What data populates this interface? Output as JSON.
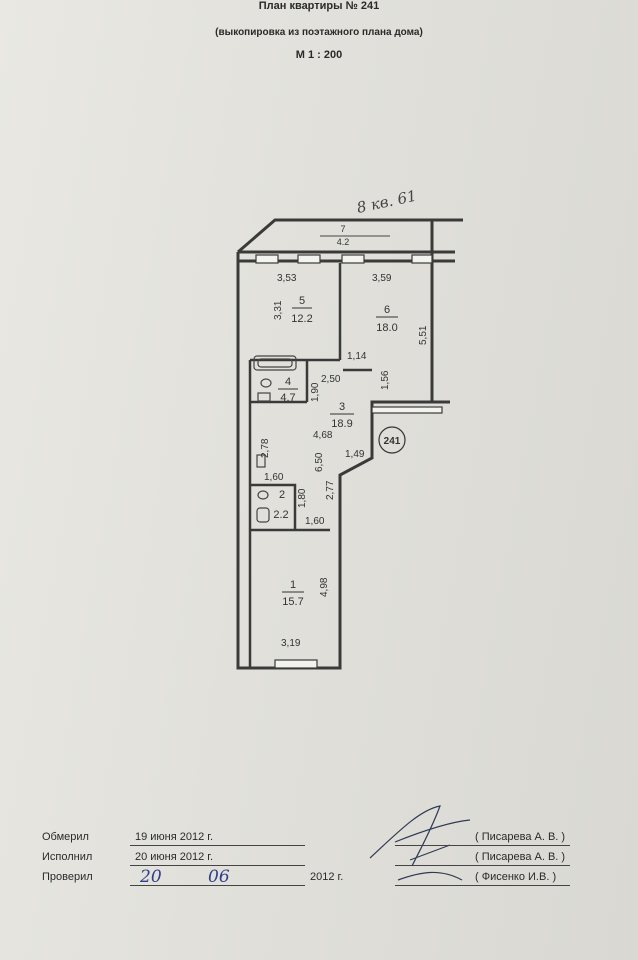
{
  "header": {
    "title": "План квартиры № 241",
    "subtitle": "(выкопировка из поэтажного плана дома)",
    "scale": "М 1 : 200"
  },
  "plan": {
    "handwritten_note": "8 кв. 61",
    "apartment_marker": "241",
    "rooms": [
      {
        "number": "1",
        "area": "15.7"
      },
      {
        "number": "2",
        "area": "2.2"
      },
      {
        "number": "3",
        "area": "18.9"
      },
      {
        "number": "4",
        "area": "4.7"
      },
      {
        "number": "5",
        "area": "12.2"
      },
      {
        "number": "6",
        "area": "18.0"
      },
      {
        "number": "7",
        "area": "4.2"
      }
    ],
    "dimensions": [
      "3,53",
      "3,59",
      "3,31",
      "5,51",
      "1,14",
      "2,50",
      "1,56",
      "1,90",
      "4,68",
      "1,49",
      "2,78",
      "6,50",
      "1,60",
      "1,80",
      "2,77",
      "1,60",
      "4,98",
      "3,19"
    ]
  },
  "signatures": [
    {
      "label": "Обмерил",
      "date": "19 июня 2012 г.",
      "name": "( Писарева А. В. )"
    },
    {
      "label": "Исполнил",
      "date": "20 июня 2012 г.",
      "name": "( Писарева А. В. )"
    },
    {
      "label": "Проверил",
      "day": "20",
      "month": "06",
      "year": "2012 г.",
      "name": "( Фисенко И.В. )"
    }
  ]
}
